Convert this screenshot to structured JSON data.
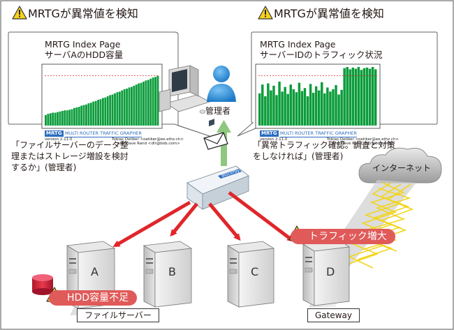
{
  "left_panel": {
    "header": "MRTGが異常値を検知",
    "title_line1": "MRTG Index Page",
    "title_line2": "サーバAのHDD容量",
    "quote": "「ファイルサーバーのデータ整\n理またはストレージ増設を検討\nするか」(管理者)",
    "chart_data": {
      "type": "bar",
      "description_values": [
        18,
        20,
        21,
        22,
        22,
        23,
        24,
        25,
        26,
        26,
        27,
        28,
        30,
        31,
        32,
        34,
        35,
        36,
        38,
        39,
        41,
        42,
        44,
        45,
        47,
        48,
        50,
        52,
        53,
        55,
        57,
        58,
        60,
        62,
        63,
        65,
        66,
        68,
        70,
        72,
        73,
        75,
        77,
        78,
        80,
        82,
        83,
        85
      ],
      "ylim": [
        0,
        100
      ],
      "threshold": 85
    }
  },
  "right_panel": {
    "header": "MRTGが異常値を検知",
    "title_line1": "MRTG Index Page",
    "title_line2": "サーバーIDのトラフィック状況",
    "quote": "「異常トラフィック確認。調査と対策\nをしなければ」(管理者)",
    "chart_data": {
      "type": "bar",
      "description_values": [
        55,
        70,
        50,
        72,
        60,
        68,
        52,
        75,
        58,
        66,
        54,
        70,
        62,
        57,
        73,
        59,
        64,
        50,
        71,
        56,
        67,
        60,
        74,
        55,
        65,
        58,
        62,
        69,
        53,
        61,
        98,
        100,
        96,
        99,
        97,
        100,
        95,
        98,
        99,
        97,
        100,
        96
      ],
      "ylim": [
        0,
        100
      ],
      "threshold": 85
    }
  },
  "mrtg_footer": {
    "logo": "MRTG",
    "name": "MULTI ROUTER TRAFFIC GRAPHER",
    "line1": "Tobias Oetiker <oetiker@ee.ethz.ch>",
    "line2": "and Dave Rand <dlr@bob.com>",
    "version": "version 2.11.0"
  },
  "admin_label": "管理者",
  "internet_label": "インターネット",
  "servers": {
    "a": "A",
    "b": "B",
    "c": "C",
    "d": "D"
  },
  "alerts": {
    "hdd": "HDD容量不足",
    "traffic": "トラフィック増大"
  },
  "group_labels": {
    "file_server": "ファイルサーバー",
    "gateway": "Gateway"
  },
  "device_brand": "BlockPay",
  "colors": {
    "red_arrow": "#e0262a",
    "green_arrow": "#8ec77e",
    "alert_bg": "#e05a5a",
    "warning_yellow": "#f6d21c",
    "chart_bar": "#0b9c3a"
  }
}
